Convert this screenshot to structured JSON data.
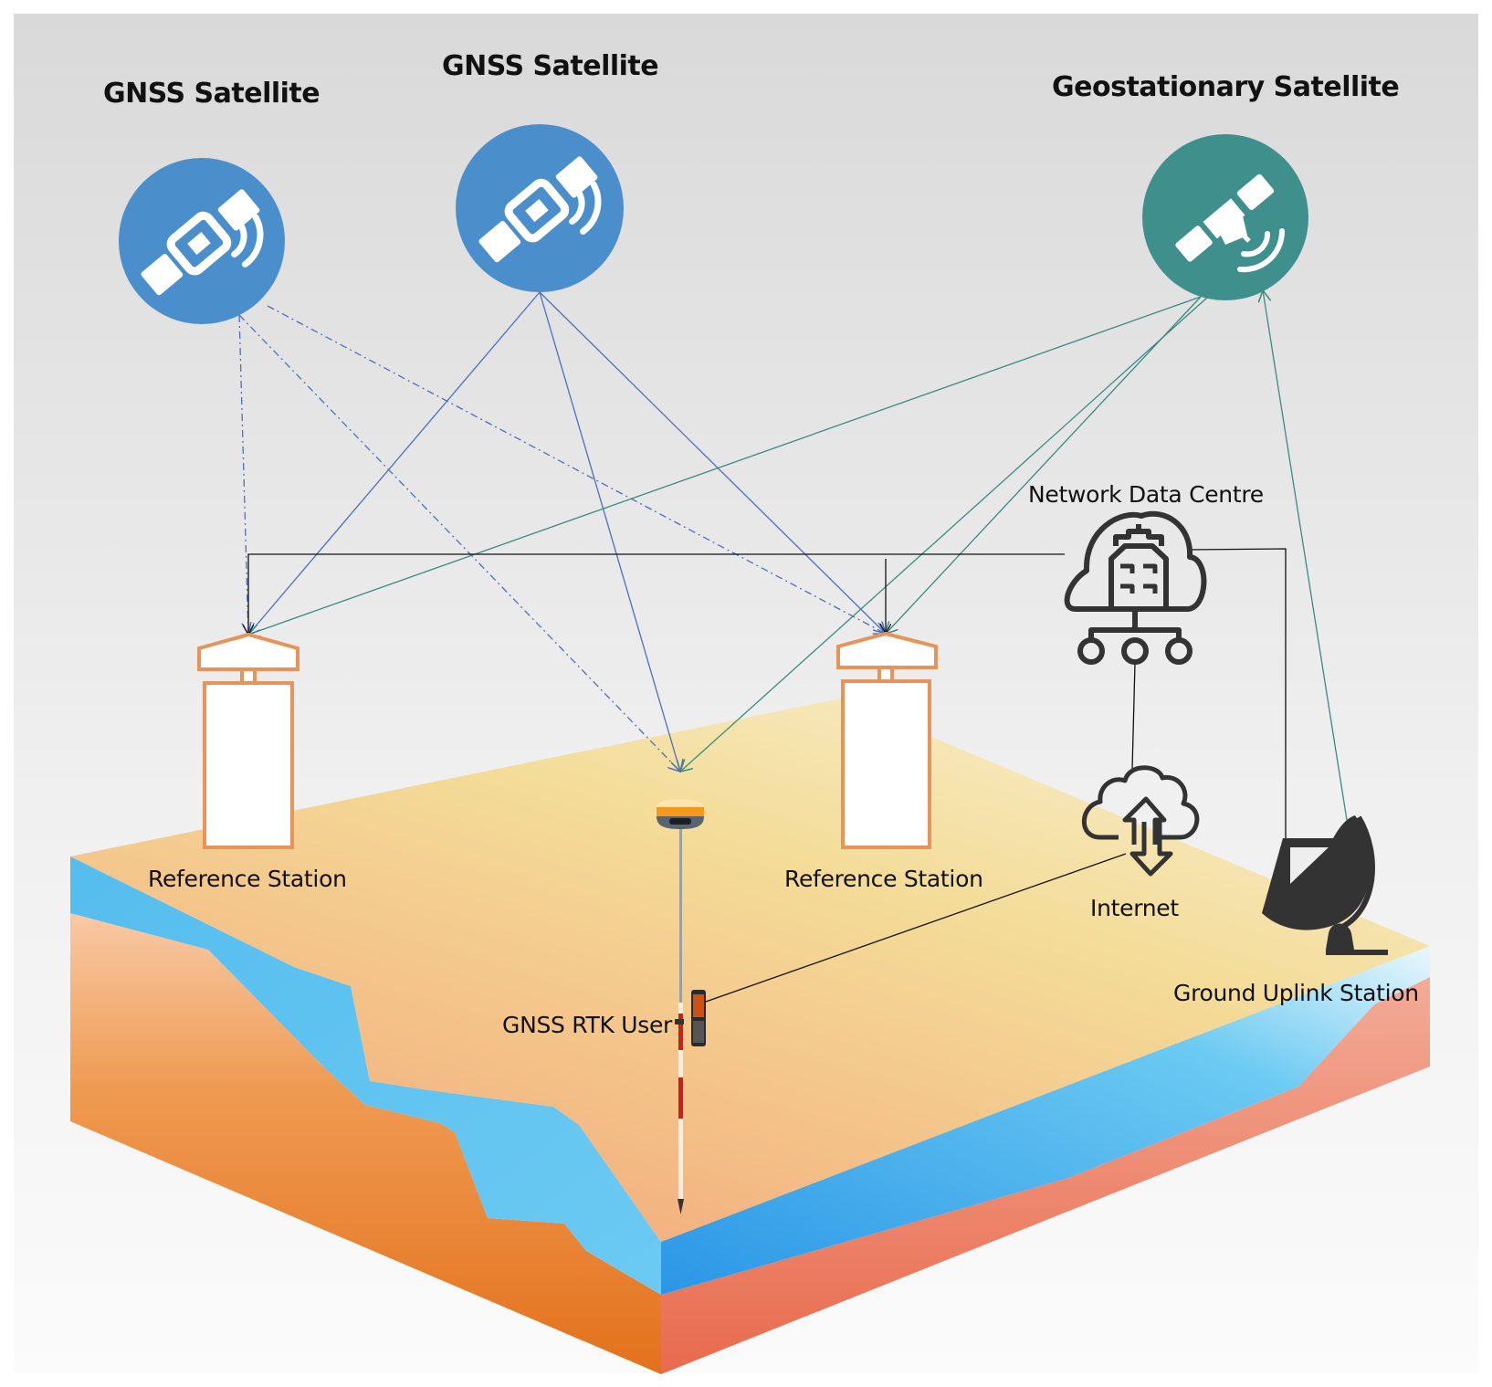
{
  "diagram": {
    "title": "GNSS RTK network with geostationary satellite correction link",
    "colors": {
      "gnss_satellite": "#4a8fcc",
      "geo_satellite": "#3f8f8c",
      "gnss_link": "#4c6fc0",
      "geo_link": "#3a8a80",
      "network_link": "#111111",
      "station_outline": "#e8935a",
      "icon_dark": "#333333",
      "ground_top_light": "#f6e3a6",
      "ground_top_dark": "#f2b37f",
      "water": "#5cc0ee",
      "soil_left": "#e77a24",
      "soil_right": "#ea7355"
    },
    "satellites": [
      {
        "id": "gnss1",
        "label": "GNSS Satellite",
        "type": "gnss"
      },
      {
        "id": "gnss2",
        "label": "GNSS Satellite",
        "type": "gnss"
      },
      {
        "id": "geo",
        "label": "Geostationary Satellite",
        "type": "geostationary"
      }
    ],
    "nodes": {
      "ref_station_1": {
        "label": "Reference Station"
      },
      "ref_station_2": {
        "label": "Reference Station"
      },
      "rtk_user": {
        "label": "GNSS RTK User"
      },
      "network_data_centre": {
        "label": "Network Data Centre"
      },
      "internet": {
        "label": "Internet"
      },
      "ground_uplink": {
        "label": "Ground Uplink Station"
      }
    },
    "links": [
      {
        "from": "gnss1",
        "to": "ref_station_1",
        "style": "dash-dot",
        "kind": "gnss"
      },
      {
        "from": "gnss1",
        "to": "rtk_user",
        "style": "dash-dot",
        "kind": "gnss"
      },
      {
        "from": "gnss1",
        "to": "ref_station_2",
        "style": "dash-dot",
        "kind": "gnss"
      },
      {
        "from": "gnss2",
        "to": "ref_station_1",
        "style": "solid",
        "kind": "gnss"
      },
      {
        "from": "gnss2",
        "to": "rtk_user",
        "style": "solid",
        "kind": "gnss"
      },
      {
        "from": "gnss2",
        "to": "ref_station_2",
        "style": "solid",
        "kind": "gnss"
      },
      {
        "from": "geo",
        "to": "ref_station_1",
        "style": "solid",
        "kind": "geo"
      },
      {
        "from": "geo",
        "to": "ref_station_2",
        "style": "solid",
        "kind": "geo"
      },
      {
        "from": "geo",
        "to": "rtk_user",
        "style": "solid",
        "kind": "geo"
      },
      {
        "from": "ground_uplink",
        "to": "geo",
        "style": "solid",
        "kind": "geo"
      },
      {
        "from": "ref_station_1",
        "to": "network_data_centre",
        "style": "solid",
        "kind": "network"
      },
      {
        "from": "ref_station_2",
        "to": "network_data_centre",
        "style": "solid",
        "kind": "network"
      },
      {
        "from": "network_data_centre",
        "to": "ground_uplink",
        "style": "solid",
        "kind": "network"
      },
      {
        "from": "network_data_centre",
        "to": "internet",
        "style": "solid",
        "kind": "network"
      },
      {
        "from": "internet",
        "to": "rtk_user",
        "style": "solid",
        "kind": "network"
      }
    ]
  }
}
